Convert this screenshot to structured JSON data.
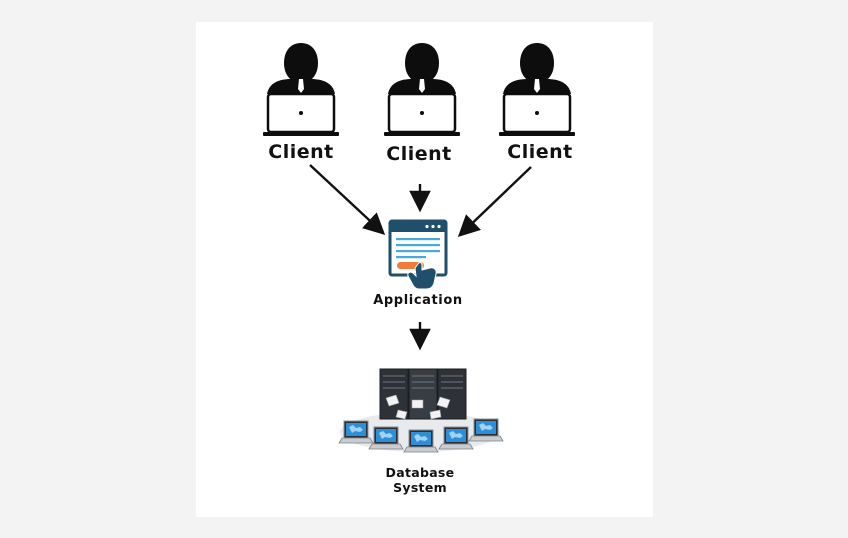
{
  "clients": [
    {
      "label": "Client"
    },
    {
      "label": "Client"
    },
    {
      "label": "Client"
    }
  ],
  "application": {
    "label": "Application"
  },
  "database": {
    "line1": "Database",
    "line2": "System"
  },
  "colors": {
    "background": "#f3f3f3",
    "panel": "#ffffff",
    "person": "#0d0d0d",
    "arrow": "#111111",
    "app_window": "#1f4f6b",
    "app_lines": "#4aa9d8",
    "app_button": "#f07b3a"
  },
  "icons": [
    "person-icon",
    "laptop-icon",
    "application-window-icon",
    "pointing-hand-icon",
    "server-rack-icon",
    "laptop-network-icon"
  ]
}
